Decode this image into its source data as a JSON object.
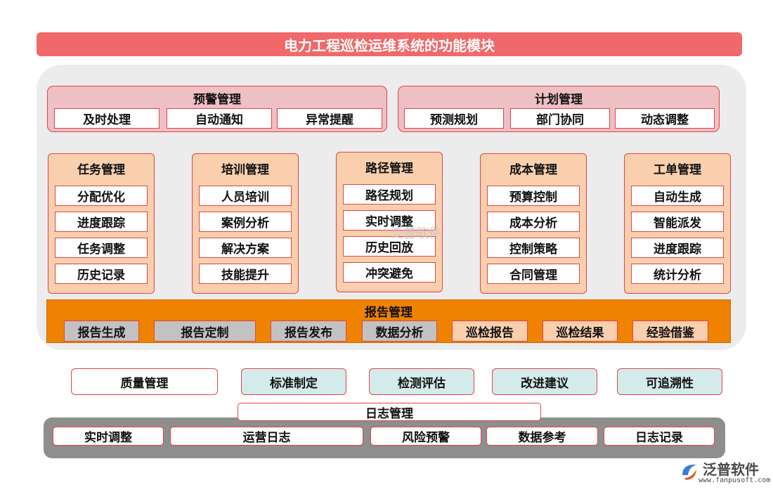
{
  "title": "电力工程巡检运维系统的功能模块",
  "top_groups": [
    {
      "title": "预警管理",
      "items": [
        "及时处理",
        "自动通知",
        "异常提醒"
      ]
    },
    {
      "title": "计划管理",
      "items": [
        "预测规划",
        "部门协同",
        "动态调整"
      ]
    }
  ],
  "columns": [
    {
      "title": "任务管理",
      "items": [
        "分配优化",
        "进度跟踪",
        "任务调整",
        "历史记录"
      ]
    },
    {
      "title": "培训管理",
      "items": [
        "人员培训",
        "案例分析",
        "解决方案",
        "技能提升"
      ]
    },
    {
      "title": "路径管理",
      "items": [
        "路径规划",
        "实时调整",
        "历史回放",
        "冲突避免"
      ]
    },
    {
      "title": "成本管理",
      "items": [
        "预算控制",
        "成本分析",
        "控制策略",
        "合同管理"
      ]
    },
    {
      "title": "工单管理",
      "items": [
        "自动生成",
        "智能派发",
        "进度跟踪",
        "统计分析"
      ]
    }
  ],
  "report": {
    "title": "报告管理",
    "items": [
      "报告生成",
      "报告定制",
      "报告发布",
      "数据分析",
      "巡检报告",
      "巡检结果",
      "经验借鉴"
    ]
  },
  "quality_row": [
    "质量管理",
    "标准制定",
    "检测评估",
    "改进建议",
    "可追溯性"
  ],
  "log": {
    "title": "日志管理",
    "items": [
      "实时调整",
      "运营日志",
      "风险预警",
      "数据参考",
      "日志记录"
    ]
  },
  "logo": {
    "name": "泛普软件",
    "url": "www.fanpusoft.com"
  },
  "watermark": "泛普软件",
  "colors": {
    "title_bar": "#f0686a",
    "accent_red": "#e2434b",
    "pink_group": "#eebfc3",
    "peach": "#f9cfad",
    "orange": "#ef8200",
    "gray_item": "#c2c2c2",
    "teal": "#d3ebea",
    "log_panel": "#8e8e8e"
  }
}
